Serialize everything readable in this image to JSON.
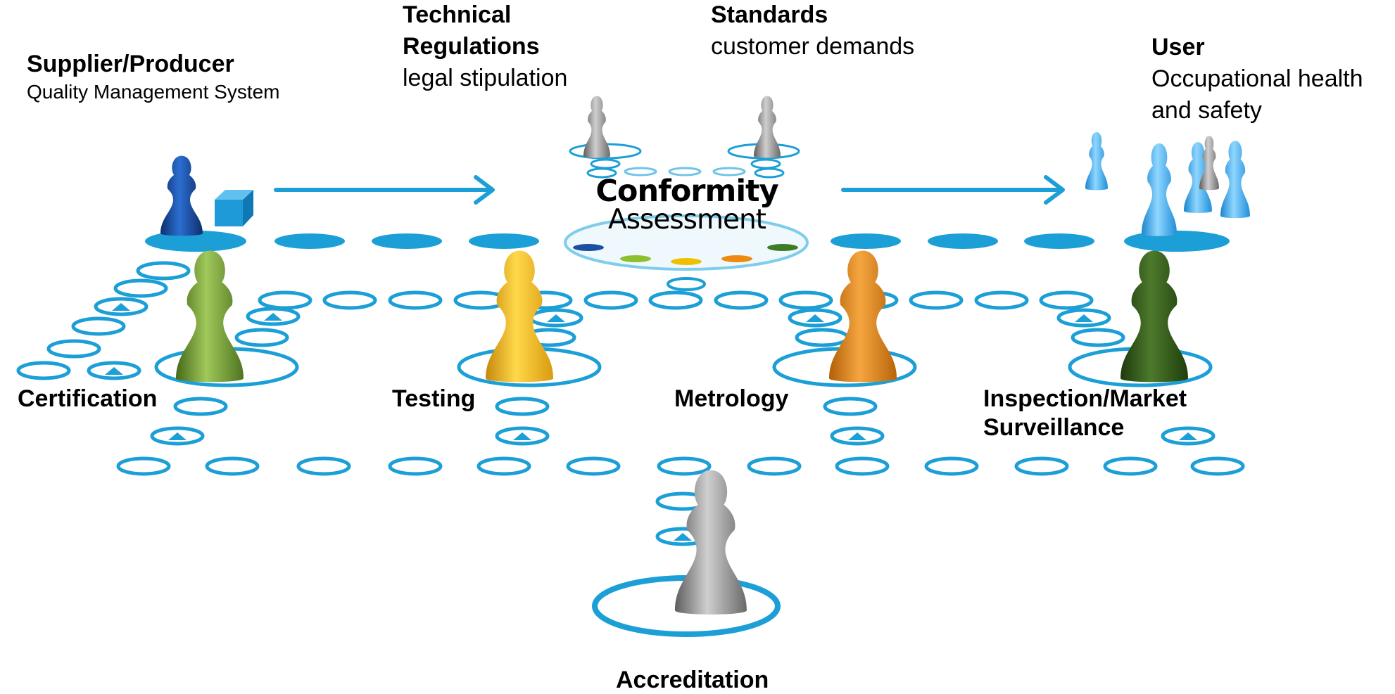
{
  "supplier": {
    "title": "Supplier/Producer",
    "subtitle": "Quality Management System"
  },
  "regulations": {
    "title_line1": "Technical",
    "title_line2": "Regulations",
    "subtitle": "legal stipulation"
  },
  "standards": {
    "title": "Standards",
    "subtitle": "customer demands"
  },
  "user": {
    "title": "User",
    "subtitle_line1": "Occupational health",
    "subtitle_line2": "and safety"
  },
  "center": {
    "title": "Conformity",
    "subtitle": "Assessment"
  },
  "stations": {
    "certification": "Certification",
    "testing": "Testing",
    "metrology": "Metrology",
    "inspection_line1": "Inspection/Market",
    "inspection_line2": "Surveillance",
    "accreditation": "Accreditation"
  },
  "colors": {
    "ring": "#1b9fd6",
    "supplier": "#1a4fa3",
    "certification": "#6e9a2a",
    "testing": "#f0b316",
    "metrology": "#e5891c",
    "inspection": "#2e5a17",
    "neutral": "#8c8c8c",
    "user": "#3fb1ea"
  },
  "icons": {
    "supplier_pawn": "pawn-icon",
    "product": "cube-icon",
    "flow": "arrow-right-icon",
    "path_marker": "triangle-marker-icon"
  }
}
